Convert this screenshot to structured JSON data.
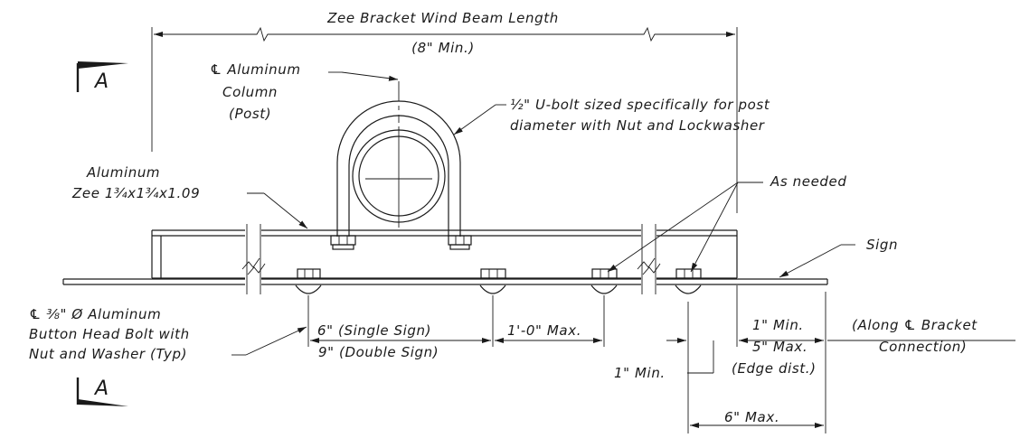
{
  "title": {
    "beam_length": "Zee Bracket Wind Beam Length",
    "beam_min": "(8\" Min.)"
  },
  "section_marks": {
    "top": "A",
    "bottom": "A"
  },
  "labels": {
    "column_cl": "℄ Aluminum",
    "column_line2": "Column",
    "column_line3": "(Post)",
    "ubolt_line1": "½\" U-bolt sized specifically for post",
    "ubolt_line2": "diameter with Nut and Lockwasher",
    "zee_line1": "Aluminum",
    "zee_line2": "Zee 1¾x1¾x1.09",
    "as_needed": "As needed",
    "sign": "Sign",
    "bolt_line1": "℄ ⅜\" Ø Aluminum",
    "bolt_line2": "Button Head Bolt with",
    "bolt_line3": "Nut and Washer (Typ)"
  },
  "dimensions": {
    "single_sign": "6\" (Single Sign)",
    "double_sign": "9\" (Double Sign)",
    "max_spacing": "1'-0\" Max.",
    "min_1_right": "1\" Min.",
    "edge_max": "5\" Max.",
    "edge_dist": "(Edge dist.)",
    "along_cl_line1": "(Along ℄ Bracket",
    "along_cl_line2": "Connection)",
    "min_1_left": "1\" Min.",
    "max_6": "6\" Max."
  }
}
